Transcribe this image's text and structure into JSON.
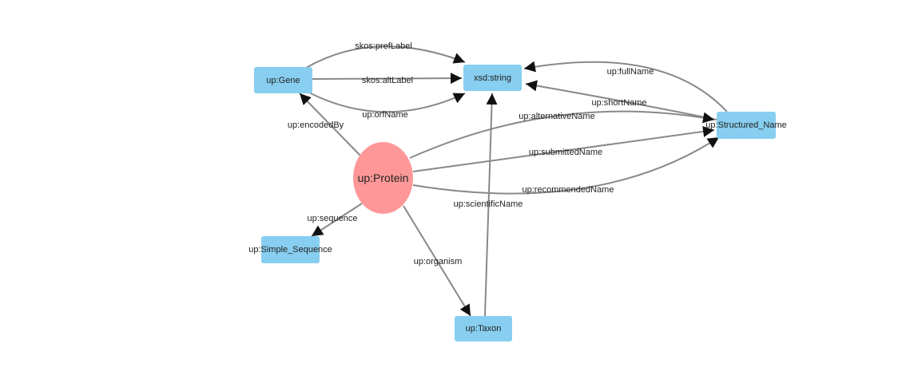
{
  "colors": {
    "class_node": "#87cef0",
    "focus_node": "#fe9898",
    "edge": "#888888",
    "arrow": "#000000"
  },
  "nodes": [
    {
      "id": "gene",
      "label": "up:Gene"
    },
    {
      "id": "string",
      "label": "xsd:string"
    },
    {
      "id": "structured",
      "label": "up:Structured_Name"
    },
    {
      "id": "protein",
      "label": "up:Protein"
    },
    {
      "id": "simple",
      "label": "up:Simple_Sequence"
    },
    {
      "id": "taxon",
      "label": "up:Taxon"
    }
  ],
  "edges": [
    {
      "id": "e_preflabel",
      "label": "skos:prefLabel",
      "from": "gene",
      "to": "string"
    },
    {
      "id": "e_altlabel",
      "label": "skos:altLabel",
      "from": "gene",
      "to": "string"
    },
    {
      "id": "e_orfname",
      "label": "up:orfName",
      "from": "gene",
      "to": "string"
    },
    {
      "id": "e_fullname",
      "label": "up:fullName",
      "from": "structured",
      "to": "string"
    },
    {
      "id": "e_shortname",
      "label": "up:shortName",
      "from": "structured",
      "to": "string"
    },
    {
      "id": "e_encodedby",
      "label": "up:encodedBy",
      "from": "protein",
      "to": "gene"
    },
    {
      "id": "e_altname",
      "label": "up:alternativeName",
      "from": "protein",
      "to": "structured"
    },
    {
      "id": "e_submitted",
      "label": "up:submittedName",
      "from": "protein",
      "to": "structured"
    },
    {
      "id": "e_recommended",
      "label": "up:recommendedName",
      "from": "protein",
      "to": "structured"
    },
    {
      "id": "e_sequence",
      "label": "up:sequence",
      "from": "protein",
      "to": "simple"
    },
    {
      "id": "e_organism",
      "label": "up:organism",
      "from": "protein",
      "to": "taxon"
    },
    {
      "id": "e_scientific",
      "label": "up:scientificName",
      "from": "taxon",
      "to": "string"
    }
  ]
}
